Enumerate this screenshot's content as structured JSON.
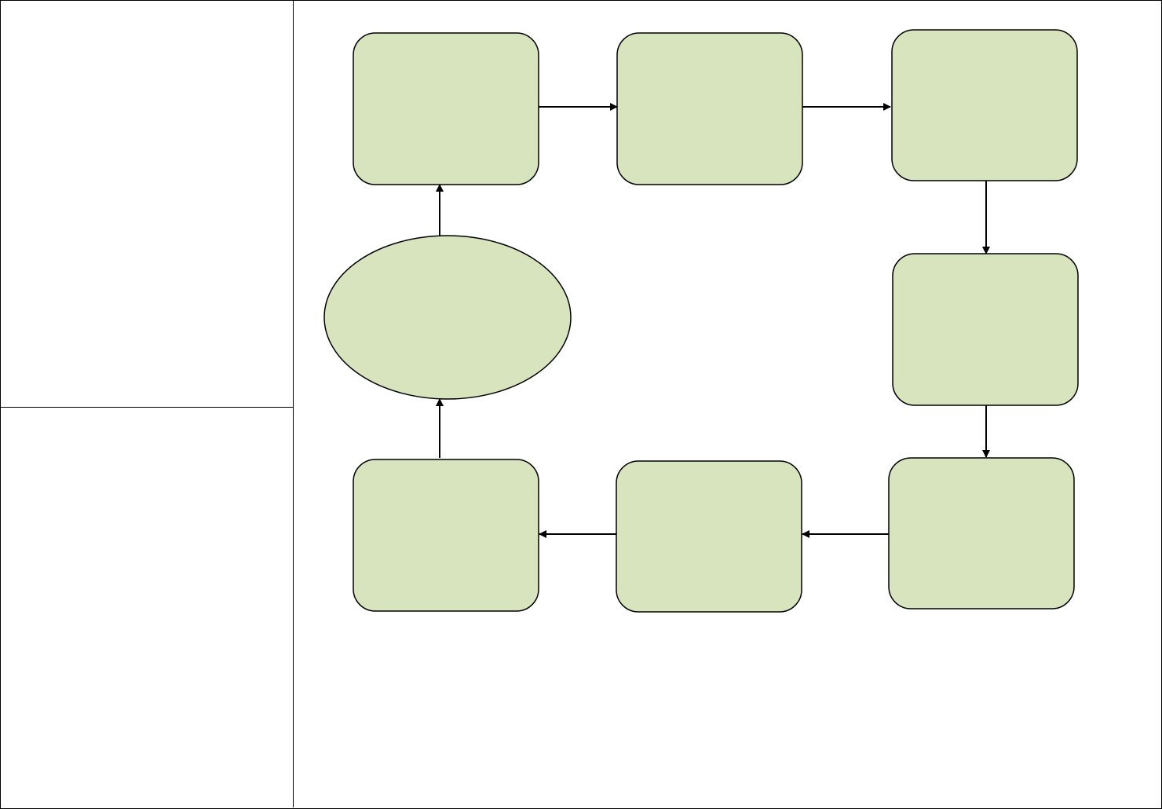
{
  "table": {
    "left_top_text": "",
    "left_bottom_text": ""
  },
  "diagram": {
    "fill_color": "#d7e4bd",
    "stroke_color": "#000000",
    "nodes": [
      {
        "id": "n1",
        "shape": "rounded-rect",
        "label": ""
      },
      {
        "id": "n2",
        "shape": "rounded-rect",
        "label": ""
      },
      {
        "id": "n3",
        "shape": "rounded-rect",
        "label": ""
      },
      {
        "id": "n4",
        "shape": "rounded-rect",
        "label": ""
      },
      {
        "id": "n5",
        "shape": "rounded-rect",
        "label": ""
      },
      {
        "id": "n6",
        "shape": "rounded-rect",
        "label": ""
      },
      {
        "id": "n7",
        "shape": "rounded-rect",
        "label": ""
      },
      {
        "id": "n8",
        "shape": "ellipse",
        "label": ""
      }
    ],
    "edges": [
      {
        "from": "n1",
        "to": "n2"
      },
      {
        "from": "n2",
        "to": "n3"
      },
      {
        "from": "n3",
        "to": "n4"
      },
      {
        "from": "n4",
        "to": "n5"
      },
      {
        "from": "n5",
        "to": "n6"
      },
      {
        "from": "n6",
        "to": "n7"
      },
      {
        "from": "n7",
        "to": "n8"
      },
      {
        "from": "n8",
        "to": "n1"
      }
    ]
  }
}
